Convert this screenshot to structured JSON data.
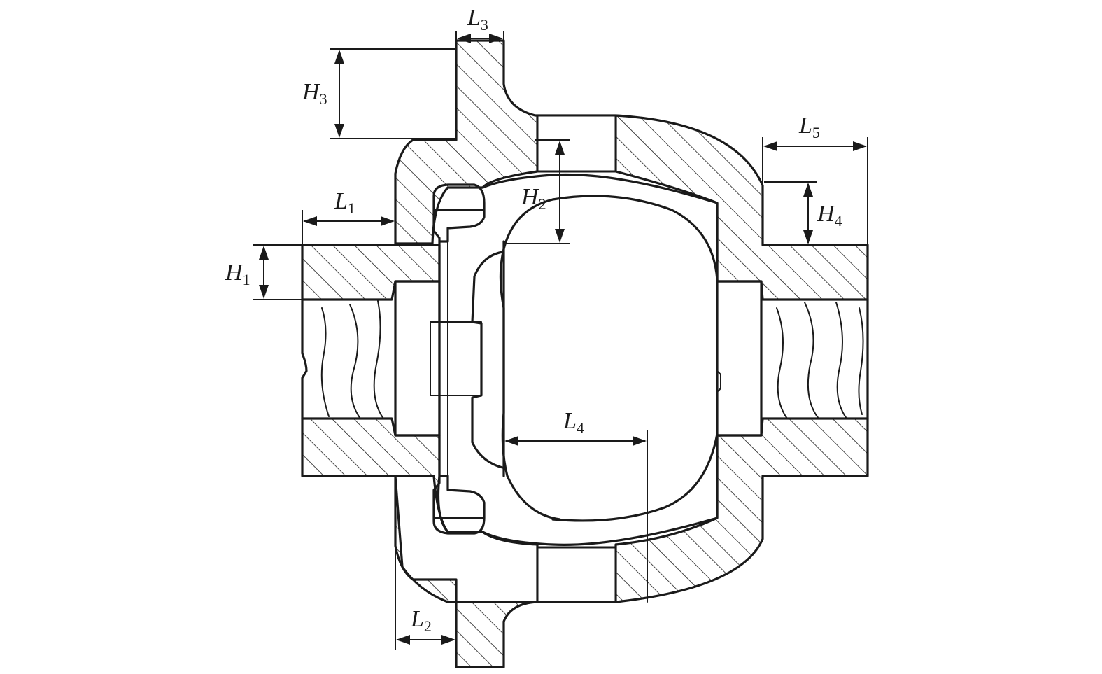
{
  "diagram": {
    "labels": {
      "L1": {
        "main": "L",
        "sub": "1"
      },
      "L2": {
        "main": "L",
        "sub": "2"
      },
      "L3": {
        "main": "L",
        "sub": "3"
      },
      "L4": {
        "main": "L",
        "sub": "4"
      },
      "L5": {
        "main": "L",
        "sub": "5"
      },
      "H1": {
        "main": "H",
        "sub": "1"
      },
      "H2": {
        "main": "H",
        "sub": "2"
      },
      "H3": {
        "main": "H",
        "sub": "3"
      },
      "H4": {
        "main": "H",
        "sub": "4"
      }
    },
    "colors": {
      "ink": "#1a1a1a",
      "background": "#ffffff"
    }
  }
}
